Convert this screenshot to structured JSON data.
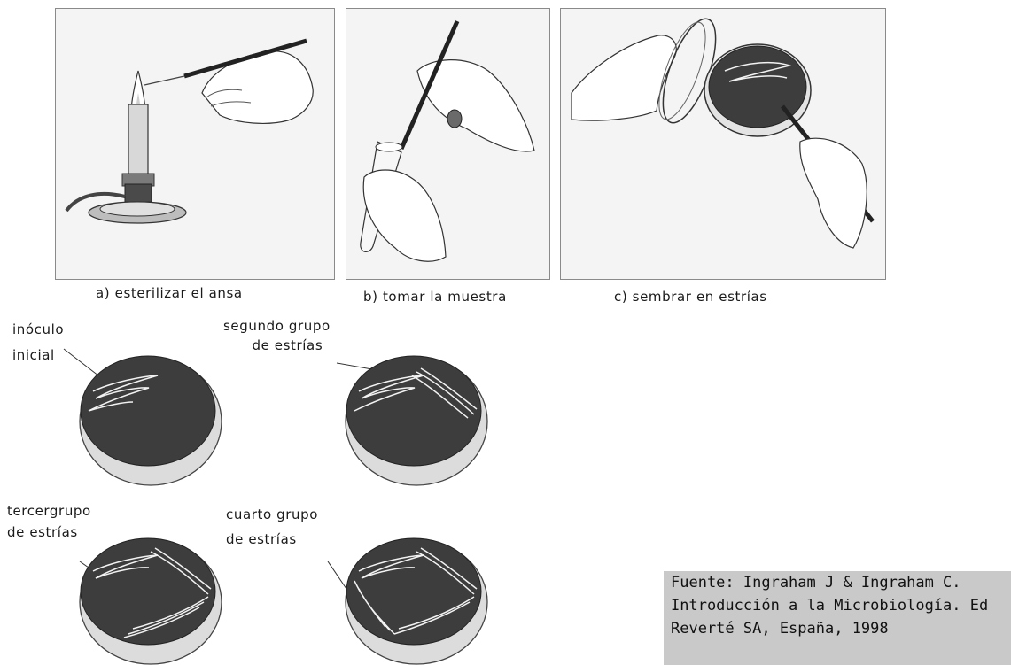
{
  "panels": [
    {
      "caption": "a) esterilizar el ansa"
    },
    {
      "caption": "b) tomar la muestra"
    },
    {
      "caption": "c) sembrar en estrías"
    }
  ],
  "plates": [
    {
      "label_lines": [
        "inóculo",
        "inicial"
      ]
    },
    {
      "label_lines": [
        "segundo grupo",
        "de estrías"
      ]
    },
    {
      "label_lines": [
        "tercergrupo",
        "de estrías"
      ]
    },
    {
      "label_lines": [
        "cuarto grupo",
        "de estrías"
      ]
    }
  ],
  "source": {
    "lines": [
      "Fuente: Ingraham J & Ingraham C.",
      "Introducción a la Microbiología. Ed",
      "Reverté SA, España, 1998"
    ]
  },
  "colors": {
    "agar": "#3d3d3d",
    "plate_rim": "#d9d9d9",
    "streak": "#f2f2f2",
    "source_bg": "#c9c9c9"
  }
}
